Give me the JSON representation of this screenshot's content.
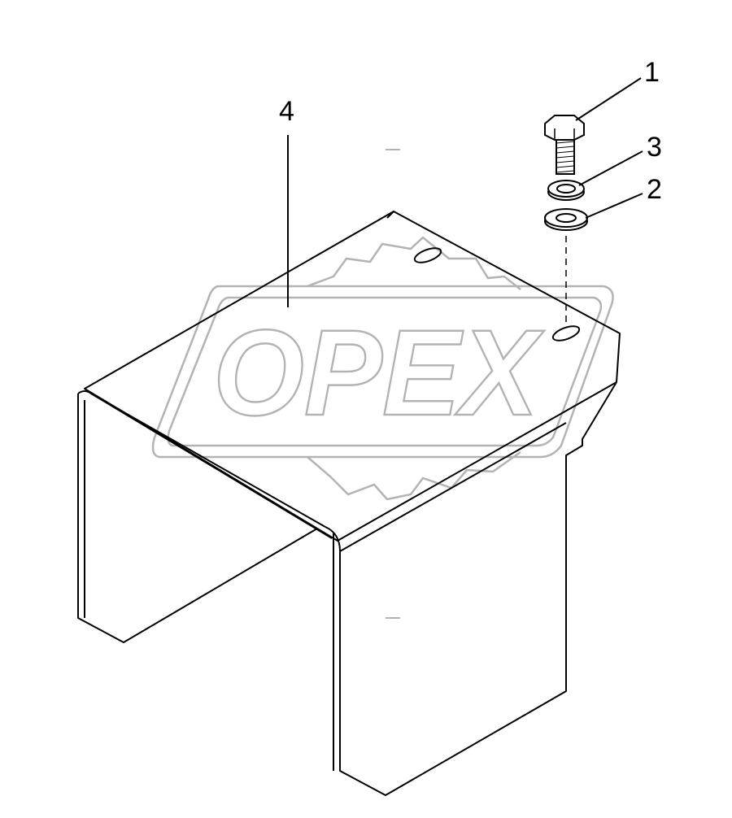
{
  "diagram": {
    "callouts": [
      {
        "id": "1",
        "label": "1",
        "part": "hex-bolt"
      },
      {
        "id": "2",
        "label": "2",
        "part": "flat-washer"
      },
      {
        "id": "3",
        "label": "3",
        "part": "lock-washer"
      },
      {
        "id": "4",
        "label": "4",
        "part": "u-bracket"
      }
    ],
    "watermark": {
      "text": "OPEX"
    },
    "colors": {
      "line": "#000000",
      "watermark_outline": "#b3b3b3",
      "background": "#ffffff"
    }
  }
}
